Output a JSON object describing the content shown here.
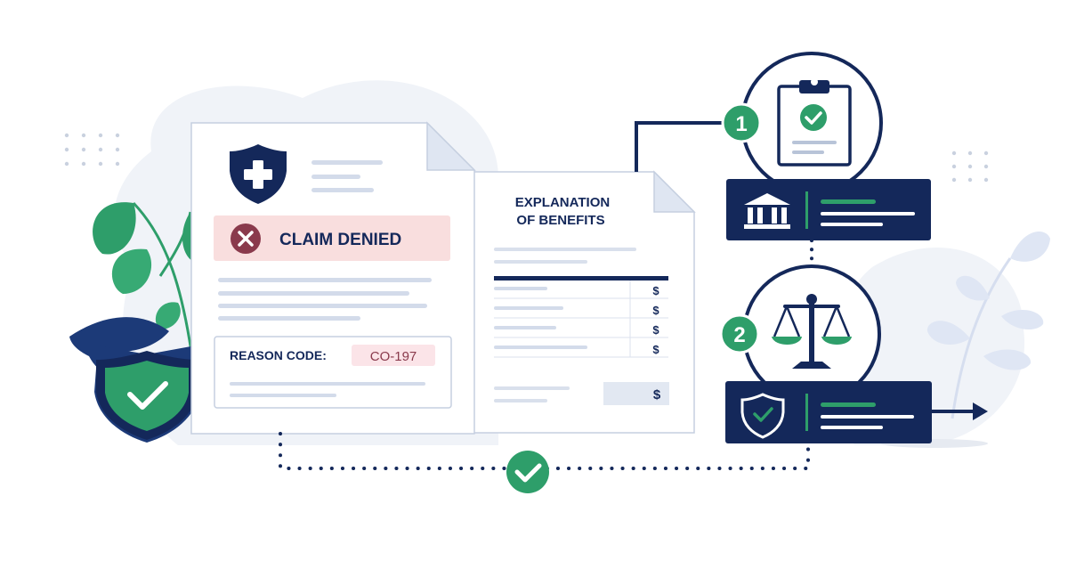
{
  "claim_doc": {
    "status_label": "CLAIM DENIED",
    "reason_label": "REASON CODE:",
    "reason_code": "CO-197"
  },
  "eob_doc": {
    "title_line1": "EXPLANATION",
    "title_line2": "OF BENEFITS",
    "row_symbols": [
      "$",
      "$",
      "$",
      "$"
    ],
    "total_symbol": "$"
  },
  "steps": [
    {
      "number": "1",
      "step_icon": "clipboard-check-icon",
      "panel_icon": "bank-icon"
    },
    {
      "number": "2",
      "step_icon": "scales-icon",
      "panel_icon": "shield-check-icon"
    }
  ],
  "colors": {
    "navy": "#14285a",
    "green": "#2e9e6a",
    "denied_bg": "#f9dede",
    "denied_icon": "#8a3a4c",
    "code_bg": "#fbe4e8",
    "code_text": "#8a3a4c",
    "line_gray": "#d3dbea",
    "blob": "#eef1f7"
  }
}
